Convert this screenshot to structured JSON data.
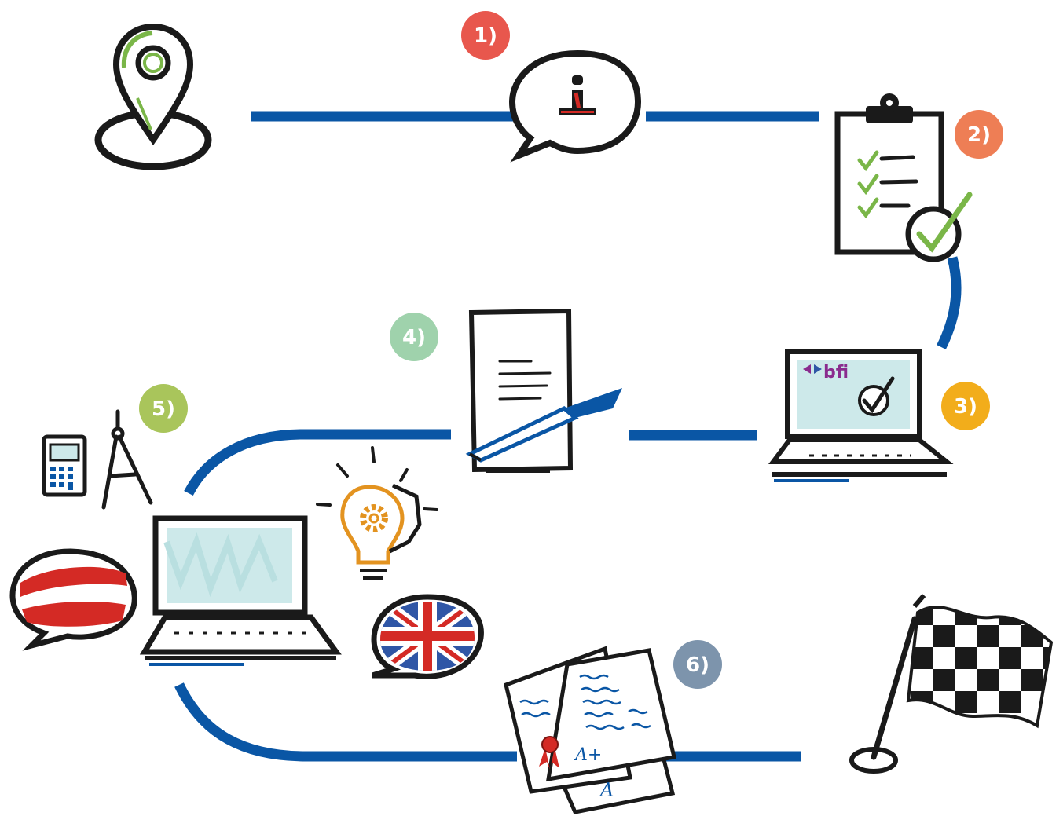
{
  "colors": {
    "path": "#0a56a5",
    "ink": "#1a1a1a",
    "badge_1": "#e8574d",
    "badge_2": "#ee7e55",
    "badge_3": "#f2ad1b",
    "badge_4": "#9fd2ac",
    "badge_5": "#a9c55b",
    "badge_6": "#7d94ac",
    "green_accent": "#7ab648",
    "red_accent": "#d42a25",
    "screen_fill": "#cde9ea",
    "logo_purple": "#8a2b8e",
    "logo_blue": "#2f56a6",
    "gear_orange": "#e39320"
  },
  "steps": [
    {
      "id": 1,
      "badge": "1)",
      "icon": "info-speech-bubble-icon"
    },
    {
      "id": 2,
      "badge": "2)",
      "icon": "clipboard-checklist-icon"
    },
    {
      "id": 3,
      "badge": "3)",
      "icon": "laptop-bfi-check-icon"
    },
    {
      "id": 4,
      "badge": "4)",
      "icon": "document-pen-icon"
    },
    {
      "id": 5,
      "badge": "5)",
      "icon": "laptop-learning-icon"
    },
    {
      "id": 6,
      "badge": "6)",
      "icon": "certificates-icon"
    }
  ],
  "start_icon": "location-pin-icon",
  "finish_icon": "checkered-flag-icon",
  "logo_text": "bfi",
  "grade_a_plus": "A+",
  "grade_a": "A"
}
